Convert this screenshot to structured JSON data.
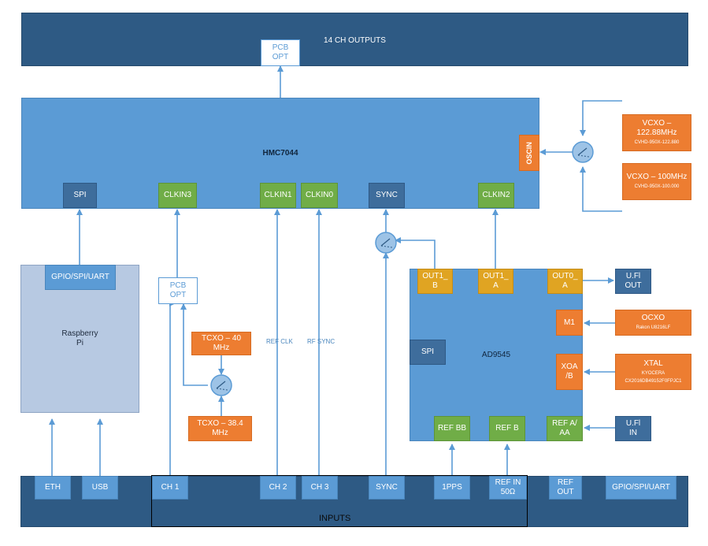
{
  "outputs_bar": {
    "label": "14 CH OUTPUTS"
  },
  "pcb_opt_top": {
    "line1": "PCB",
    "line2": "OPT"
  },
  "hmc7044": {
    "label": "HMC7044",
    "pins": {
      "spi": "SPI",
      "clkin3": "CLKIN3",
      "clkin1": "CLKIN1",
      "clkin0": "CLKIN0",
      "sync": "SYNC",
      "clkin2": "CLKIN2",
      "oscin": "OSCIN"
    }
  },
  "vcxo_122": {
    "line1": "VCXO –",
    "line2": "122.88MHz",
    "part": "CVHD-950X-122.880"
  },
  "vcxo_100": {
    "line1": "VCXO – 100MHz",
    "part": "CVHD-950X-100.000"
  },
  "raspberry_pi": {
    "line1": "Raspberry",
    "line2": "Pi",
    "port": "GPIO/SPI/UART"
  },
  "pcb_opt_mid": {
    "line1": "PCB",
    "line2": "OPT"
  },
  "tcxo_40": {
    "line1": "TCXO – 40",
    "line2": "MHz"
  },
  "tcxo_384": {
    "line1": "TCXO – 38.4",
    "line2": "MHz"
  },
  "wire_labels": {
    "ref_clk": "REF CLK",
    "rf_sync": "RF SYNC"
  },
  "ad9545": {
    "label": "AD9545",
    "spi": "SPI",
    "out1b": {
      "line1": "OUT1_",
      "line2": "B"
    },
    "out1a": {
      "line1": "OUT1_",
      "line2": "A"
    },
    "out0a": {
      "line1": "OUT0_",
      "line2": "A"
    },
    "m1": "M1",
    "xoa": {
      "line1": "XOA",
      "line2": "/B"
    },
    "refbb": "REF BB",
    "refb": "REF B",
    "refa": {
      "line1": "REF A/",
      "line2": "AA"
    }
  },
  "ufl_out": {
    "line1": "U.Fl",
    "line2": "OUT"
  },
  "ufl_in": {
    "line1": "U.Fl",
    "line2": "IN"
  },
  "ocxo": {
    "line1": "OCXO",
    "part": "Rakon U8216LF"
  },
  "xtal": {
    "line1": "XTAL",
    "line2": "KYOCERA",
    "part": "CX2016DB49152F0FPJC1"
  },
  "inputs_bar": {
    "label": "INPUTS",
    "eth": "ETH",
    "usb": "USB",
    "ch1": "CH 1",
    "ch2": "CH 2",
    "ch3": "CH 3",
    "sync": "SYNC",
    "pps": "1PPS",
    "refin": {
      "line1": "REF IN",
      "line2": "50Ω"
    },
    "refout": {
      "line1": "REF",
      "line2": "OUT"
    },
    "gpio": "GPIO/SPI/UART"
  },
  "colors": {
    "wire": "#5b9bd5",
    "ref_arrow": "#f0b800"
  }
}
